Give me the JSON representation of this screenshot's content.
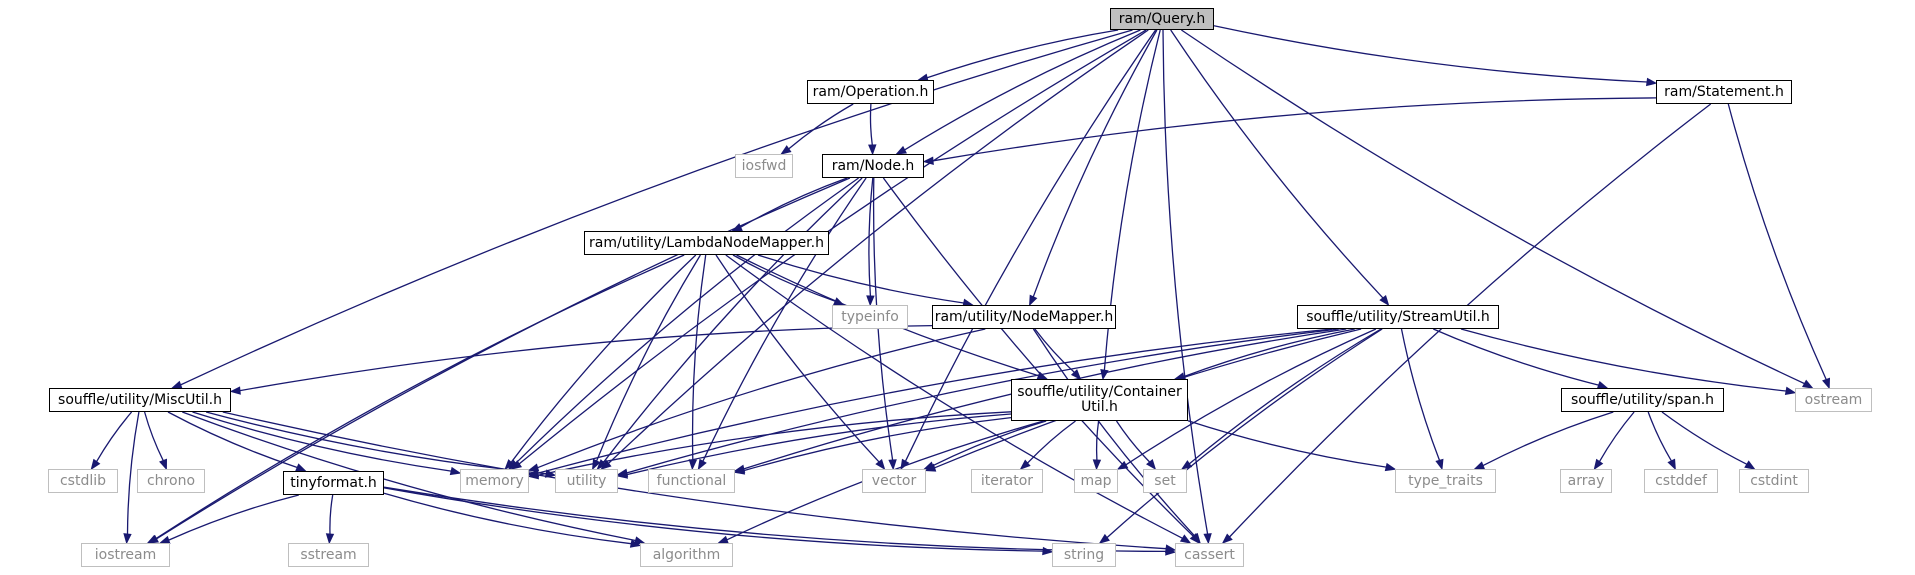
{
  "colors": {
    "edge": "#191970",
    "root_fill": "#bfbfbf",
    "system_border": "#bfbfbf",
    "system_text": "#8c8c8c"
  },
  "nodes": [
    {
      "id": "query",
      "label": "ram/Query.h",
      "kind": "root"
    },
    {
      "id": "operation",
      "label": "ram/Operation.h",
      "kind": "local"
    },
    {
      "id": "statement",
      "label": "ram/Statement.h",
      "kind": "local"
    },
    {
      "id": "node",
      "label": "ram/Node.h",
      "kind": "local"
    },
    {
      "id": "iosfwd",
      "label": "iosfwd",
      "kind": "system"
    },
    {
      "id": "lambdamapper",
      "label": "ram/utility/LambdaNodeMapper.h",
      "kind": "local"
    },
    {
      "id": "typeinfo",
      "label": "typeinfo",
      "kind": "system"
    },
    {
      "id": "nodemapper",
      "label": "ram/utility/NodeMapper.h",
      "kind": "local"
    },
    {
      "id": "streamutil",
      "label": "souffle/utility/StreamUtil.h",
      "kind": "local"
    },
    {
      "id": "miscutil",
      "label": "souffle/utility/MiscUtil.h",
      "kind": "local"
    },
    {
      "id": "containerutil",
      "label": "souffle/utility/Container\nUtil.h",
      "kind": "local"
    },
    {
      "id": "span",
      "label": "souffle/utility/span.h",
      "kind": "local"
    },
    {
      "id": "ostream",
      "label": "ostream",
      "kind": "system"
    },
    {
      "id": "cstdlib",
      "label": "cstdlib",
      "kind": "system"
    },
    {
      "id": "chrono",
      "label": "chrono",
      "kind": "system"
    },
    {
      "id": "memory",
      "label": "memory",
      "kind": "system"
    },
    {
      "id": "utility",
      "label": "utility",
      "kind": "system"
    },
    {
      "id": "functional",
      "label": "functional",
      "kind": "system"
    },
    {
      "id": "vector",
      "label": "vector",
      "kind": "system"
    },
    {
      "id": "iterator",
      "label": "iterator",
      "kind": "system"
    },
    {
      "id": "map",
      "label": "map",
      "kind": "system"
    },
    {
      "id": "set",
      "label": "set",
      "kind": "system"
    },
    {
      "id": "type_traits",
      "label": "type_traits",
      "kind": "system"
    },
    {
      "id": "array",
      "label": "array",
      "kind": "system"
    },
    {
      "id": "cstddef",
      "label": "cstddef",
      "kind": "system"
    },
    {
      "id": "cstdint",
      "label": "cstdint",
      "kind": "system"
    },
    {
      "id": "tinyformat",
      "label": "tinyformat.h",
      "kind": "local"
    },
    {
      "id": "iostream",
      "label": "iostream",
      "kind": "system"
    },
    {
      "id": "sstream",
      "label": "sstream",
      "kind": "system"
    },
    {
      "id": "algorithm",
      "label": "algorithm",
      "kind": "system"
    },
    {
      "id": "string",
      "label": "string",
      "kind": "system"
    },
    {
      "id": "cassert",
      "label": "cassert",
      "kind": "system"
    }
  ],
  "edges": [
    [
      "query",
      "operation"
    ],
    [
      "query",
      "statement"
    ],
    [
      "query",
      "node"
    ],
    [
      "query",
      "nodemapper"
    ],
    [
      "query",
      "streamutil"
    ],
    [
      "query",
      "miscutil"
    ],
    [
      "query",
      "containerutil"
    ],
    [
      "query",
      "ostream"
    ],
    [
      "query",
      "memory"
    ],
    [
      "query",
      "utility"
    ],
    [
      "query",
      "vector"
    ],
    [
      "query",
      "cassert"
    ],
    [
      "operation",
      "iosfwd"
    ],
    [
      "operation",
      "node"
    ],
    [
      "statement",
      "node"
    ],
    [
      "statement",
      "ostream"
    ],
    [
      "statement",
      "cassert"
    ],
    [
      "node",
      "lambdamapper"
    ],
    [
      "node",
      "typeinfo"
    ],
    [
      "node",
      "iostream"
    ],
    [
      "node",
      "memory"
    ],
    [
      "node",
      "utility"
    ],
    [
      "node",
      "functional"
    ],
    [
      "node",
      "vector"
    ],
    [
      "node",
      "cassert"
    ],
    [
      "lambdamapper",
      "nodemapper"
    ],
    [
      "lambdamapper",
      "typeinfo"
    ],
    [
      "lambdamapper",
      "containerutil"
    ],
    [
      "lambdamapper",
      "memory"
    ],
    [
      "lambdamapper",
      "utility"
    ],
    [
      "lambdamapper",
      "functional"
    ],
    [
      "lambdamapper",
      "vector"
    ],
    [
      "lambdamapper",
      "cassert"
    ],
    [
      "lambdamapper",
      "iostream"
    ],
    [
      "nodemapper",
      "containerutil"
    ],
    [
      "nodemapper",
      "miscutil"
    ],
    [
      "nodemapper",
      "memory"
    ],
    [
      "nodemapper",
      "cassert"
    ],
    [
      "streamutil",
      "containerutil"
    ],
    [
      "streamutil",
      "span"
    ],
    [
      "streamutil",
      "ostream"
    ],
    [
      "streamutil",
      "type_traits"
    ],
    [
      "streamutil",
      "map"
    ],
    [
      "streamutil",
      "set"
    ],
    [
      "streamutil",
      "vector"
    ],
    [
      "streamutil",
      "string"
    ],
    [
      "streamutil",
      "utility"
    ],
    [
      "streamutil",
      "memory"
    ],
    [
      "streamutil",
      "functional"
    ],
    [
      "containerutil",
      "memory"
    ],
    [
      "containerutil",
      "utility"
    ],
    [
      "containerutil",
      "functional"
    ],
    [
      "containerutil",
      "vector"
    ],
    [
      "containerutil",
      "iterator"
    ],
    [
      "containerutil",
      "map"
    ],
    [
      "containerutil",
      "set"
    ],
    [
      "containerutil",
      "type_traits"
    ],
    [
      "containerutil",
      "algorithm"
    ],
    [
      "miscutil",
      "cstdlib"
    ],
    [
      "miscutil",
      "chrono"
    ],
    [
      "miscutil",
      "tinyformat"
    ],
    [
      "miscutil",
      "iostream"
    ],
    [
      "miscutil",
      "memory"
    ],
    [
      "miscutil",
      "utility"
    ],
    [
      "miscutil",
      "cassert"
    ],
    [
      "miscutil",
      "algorithm"
    ],
    [
      "span",
      "type_traits"
    ],
    [
      "span",
      "array"
    ],
    [
      "span",
      "cstddef"
    ],
    [
      "span",
      "cstdint"
    ],
    [
      "tinyformat",
      "iostream"
    ],
    [
      "tinyformat",
      "sstream"
    ],
    [
      "tinyformat",
      "algorithm"
    ],
    [
      "tinyformat",
      "string"
    ],
    [
      "tinyformat",
      "cassert"
    ]
  ]
}
